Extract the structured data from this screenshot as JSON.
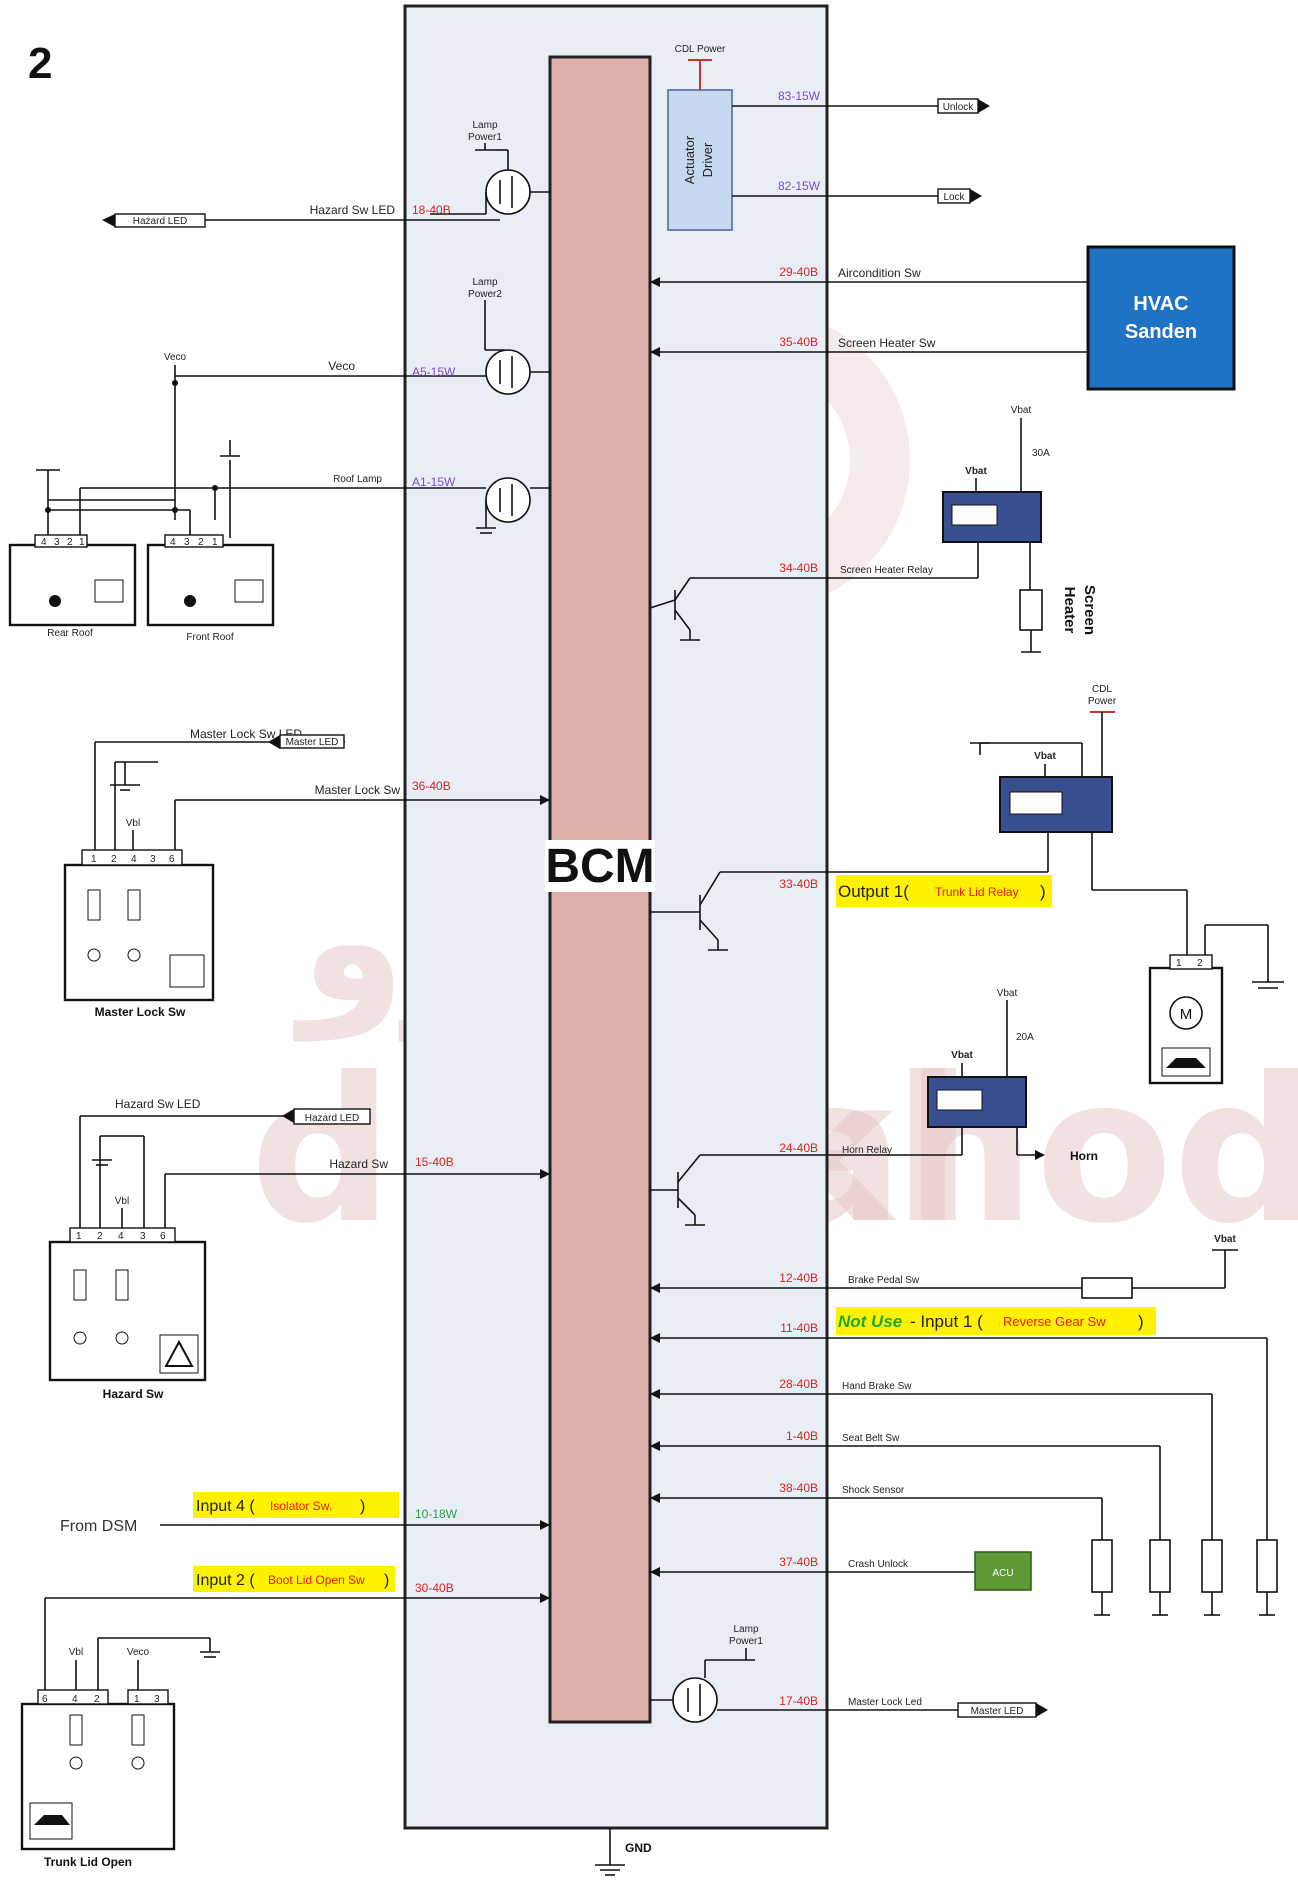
{
  "page_number": "2",
  "bcm_label": "BCM",
  "gnd_label": "GND",
  "actuator": {
    "label1": "Actuator",
    "label2": "Driver",
    "power": "CDL Power"
  },
  "hvac": {
    "line1": "HVAC",
    "line2": "Sanden"
  },
  "top_right": [
    {
      "pin": "83-15W",
      "out": "Unlock"
    },
    {
      "pin": "82-15W",
      "out": "Lock"
    }
  ],
  "lamp_power1": {
    "l1": "Lamp",
    "l2": "Power1"
  },
  "lamp_power2": {
    "l1": "Lamp",
    "l2": "Power2"
  },
  "left_top": {
    "hazard_led_out": "Hazard LED",
    "hazard_sw_led": "Hazard Sw LED",
    "hazard_pin": "18-40B",
    "veco_top": "Veco",
    "veco": "Veco",
    "veco_pin": "A5-15W",
    "roof_lamp": "Roof Lamp",
    "roof_pin": "A1-15W",
    "rear_roof": "Rear Roof",
    "front_roof": "Front Roof",
    "roof_pins": [
      "4",
      "3",
      "2",
      "1"
    ]
  },
  "master_lock": {
    "led_label": "Master Lock Sw LED",
    "led_tag": "Master LED",
    "sw_label": "Master Lock Sw",
    "pin": "36-40B",
    "vbl": "Vbl",
    "pins": [
      "1",
      "2",
      "4",
      "3",
      "6"
    ],
    "caption": "Master Lock Sw"
  },
  "hazard_sw": {
    "led_label": "Hazard Sw LED",
    "led_tag": "Hazard LED",
    "sw_label": "Hazard Sw",
    "pin": "15-40B",
    "vbl": "Vbl",
    "pins": [
      "1",
      "2",
      "4",
      "3",
      "6"
    ],
    "caption": "Hazard Sw"
  },
  "input4": {
    "from": "From DSM",
    "label": "Input 4 (",
    "sub": "Isolator Sw.",
    "close": ")",
    "pin": "10-18W"
  },
  "input2": {
    "label": "Input 2 (",
    "sub": "Boot Lid Open Sw",
    "close": ")",
    "pin": "30-40B"
  },
  "trunk": {
    "vbl": "Vbl",
    "veco": "Veco",
    "pins": [
      "6",
      "4",
      "2",
      "1",
      "3"
    ],
    "caption": "Trunk Lid Open"
  },
  "right": {
    "aircon_pin": "29-40B",
    "aircon": "Aircondition Sw",
    "screen_pin": "35-40B",
    "screen": "Screen Heater Sw",
    "vbat": "Vbat",
    "fuse30": "30A",
    "relay_pin": "34-40B",
    "relay": "Screen Heater Relay",
    "screen_heater1": "Screen",
    "screen_heater2": "Heater",
    "cdl1": "CDL",
    "cdl2": "Power",
    "out1_pin": "33-40B",
    "out1_label": "Output 1(",
    "out1_sub": "Trunk Lid Relay",
    "out1_close": ")",
    "motor_pins": [
      "1",
      "2"
    ],
    "fuse20": "20A",
    "horn_pin": "24-40B",
    "horn_relay": "Horn Relay",
    "horn": "Horn",
    "brake_pin": "12-40B",
    "brake": "Brake Pedal Sw",
    "rev_pin": "11-40B",
    "not_use": "Not Use",
    "rev_dash": " - Input 1 (",
    "rev_sub": "Reverse Gear Sw",
    "rev_close": ")",
    "hand_pin": "28-40B",
    "hand": "Hand Brake Sw",
    "seat_pin": "1-40B",
    "seat": "Seat Belt Sw",
    "shock_pin": "38-40B",
    "shock": "Shock Sensor",
    "crash_pin": "37-40B",
    "crash": "Crash Unlock",
    "acu": "ACU",
    "mled_pin": "17-40B",
    "mled": "Master Lock Led",
    "mled_tag": "Master LED"
  },
  "colors": {
    "panel": "#e9eef6",
    "bcm": "#e0b0ad",
    "hvac": "#1f73c4",
    "acu": "#5e9a35",
    "highlight": "#fff200",
    "relay": "#3a4f91"
  }
}
